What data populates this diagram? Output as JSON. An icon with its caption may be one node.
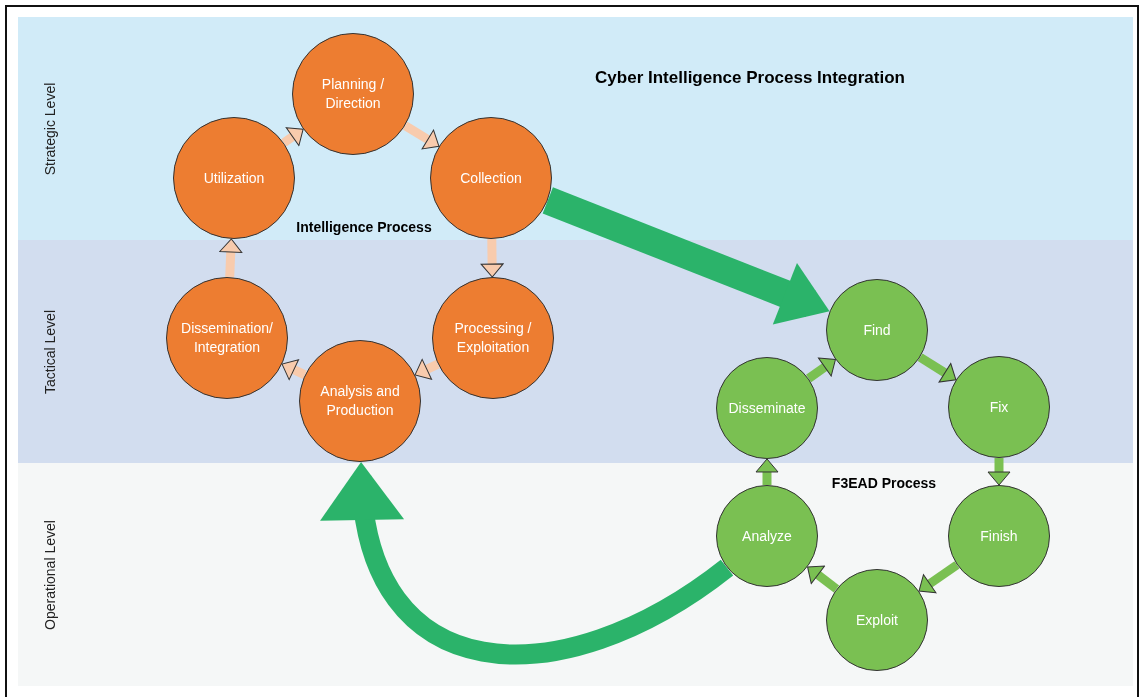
{
  "diagram": {
    "title": "Cyber Intelligence Process Integration",
    "nodes": [
      {
        "text": [
          "Strategic Level"
        ]
      },
      {
        "text": [
          "Planning / Direction"
        ],
        "in": 0
      },
      {
        "text": [
          "Utilization"
        ],
        "in": 0
      },
      {
        "text": [
          "Collection"
        ],
        "in": 0
      },
      {
        "text": [
          "Tactical Level"
        ]
      },
      {
        "text": [
          "Dissemination/ Integration"
        ],
        "in": 4
      },
      {
        "text": [
          "Processing / Exploitation"
        ],
        "in": 4
      },
      {
        "text": [
          "Analysis and Production"
        ],
        "in": 4
      },
      {
        "text": [
          "Find"
        ],
        "in": 4
      },
      {
        "text": [
          "Disseminate"
        ],
        "in": 4
      },
      {
        "text": [
          "Fix"
        ],
        "in": 4
      },
      {
        "text": [
          "Operational Level"
        ]
      },
      {
        "text": [
          "Analyze"
        ],
        "in": 11
      },
      {
        "text": [
          "Finish"
        ],
        "in": 11
      },
      {
        "text": [
          "Exploit"
        ],
        "in": 11
      }
    ],
    "edges": [
      {
        "from": 1,
        "to": 3,
        "arrow": "to",
        "color": "#f8cbad"
      },
      {
        "from": 3,
        "to": 6,
        "arrow": "to",
        "color": "#f8cbad"
      },
      {
        "from": 6,
        "to": 7,
        "arrow": "to",
        "color": "#f8cbad"
      },
      {
        "from": 7,
        "to": 5,
        "arrow": "to",
        "color": "#f8cbad"
      },
      {
        "from": 5,
        "to": 2,
        "arrow": "to",
        "color": "#f8cbad"
      },
      {
        "from": 2,
        "to": 1,
        "arrow": "to",
        "color": "#f8cbad"
      },
      {
        "from": 8,
        "to": 10,
        "arrow": "to",
        "color": "#7ac052"
      },
      {
        "from": 10,
        "to": 13,
        "arrow": "to",
        "color": "#7ac052"
      },
      {
        "from": 13,
        "to": 14,
        "arrow": "to",
        "color": "#7ac052"
      },
      {
        "from": 14,
        "to": 12,
        "arrow": "to",
        "color": "#7ac052"
      },
      {
        "from": 12,
        "to": 9,
        "arrow": "to",
        "color": "#7ac052"
      },
      {
        "from": 9,
        "to": 8,
        "arrow": "to",
        "color": "#7ac052"
      },
      {
        "from": 3,
        "to": 8,
        "arrow": "to",
        "style": "thick",
        "color": "#2bb36a"
      },
      {
        "from": 12,
        "to": 7,
        "arrow": "to",
        "style": "thick",
        "color": "#2bb36a"
      }
    ],
    "labels": [
      "Intelligence Process",
      "F3EAD Process"
    ]
  }
}
